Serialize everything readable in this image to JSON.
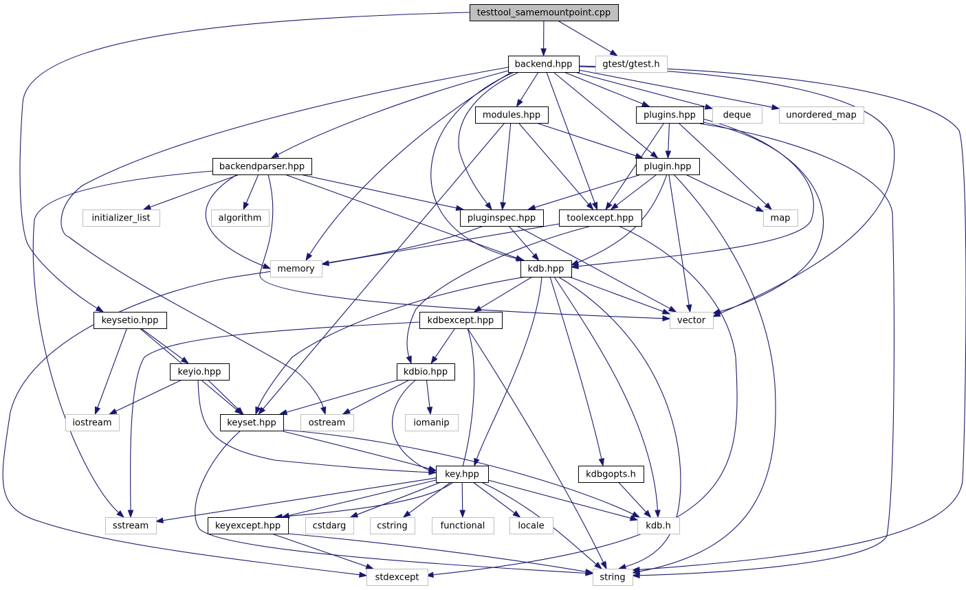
{
  "colors": {
    "edge": "#191970",
    "root_fill": "#bfbfbf",
    "documented_border": "#000000",
    "external_border": "#bfbfbf",
    "node_fill": "#ffffff"
  },
  "nodes": [
    {
      "id": "root",
      "label": "testtool_samemountpoint.cpp",
      "kind": "root"
    },
    {
      "id": "backend",
      "label": "backend.hpp",
      "kind": "documented"
    },
    {
      "id": "gtest",
      "label": "gtest/gtest.h",
      "kind": "external"
    },
    {
      "id": "modules",
      "label": "modules.hpp",
      "kind": "documented"
    },
    {
      "id": "plugins",
      "label": "plugins.hpp",
      "kind": "documented"
    },
    {
      "id": "deque",
      "label": "deque",
      "kind": "external"
    },
    {
      "id": "unordered_map",
      "label": "unordered_map",
      "kind": "external"
    },
    {
      "id": "backendparser",
      "label": "backendparser.hpp",
      "kind": "documented"
    },
    {
      "id": "plugin",
      "label": "plugin.hpp",
      "kind": "documented"
    },
    {
      "id": "initializer_list",
      "label": "initializer_list",
      "kind": "external"
    },
    {
      "id": "algorithm",
      "label": "algorithm",
      "kind": "external"
    },
    {
      "id": "pluginspec",
      "label": "pluginspec.hpp",
      "kind": "documented"
    },
    {
      "id": "toolexcept",
      "label": "toolexcept.hpp",
      "kind": "documented"
    },
    {
      "id": "map",
      "label": "map",
      "kind": "external"
    },
    {
      "id": "memory",
      "label": "memory",
      "kind": "external"
    },
    {
      "id": "kdb",
      "label": "kdb.hpp",
      "kind": "documented"
    },
    {
      "id": "vector",
      "label": "vector",
      "kind": "external"
    },
    {
      "id": "keysetio",
      "label": "keysetio.hpp",
      "kind": "documented"
    },
    {
      "id": "kdbexcept",
      "label": "kdbexcept.hpp",
      "kind": "documented"
    },
    {
      "id": "keyio",
      "label": "keyio.hpp",
      "kind": "documented"
    },
    {
      "id": "kdbio",
      "label": "kdbio.hpp",
      "kind": "documented"
    },
    {
      "id": "iostream",
      "label": "iostream",
      "kind": "external"
    },
    {
      "id": "keyset",
      "label": "keyset.hpp",
      "kind": "documented"
    },
    {
      "id": "ostream",
      "label": "ostream",
      "kind": "external"
    },
    {
      "id": "iomanip",
      "label": "iomanip",
      "kind": "external"
    },
    {
      "id": "key",
      "label": "key.hpp",
      "kind": "documented"
    },
    {
      "id": "kdbgopts",
      "label": "kdbgopts.h",
      "kind": "documented"
    },
    {
      "id": "sstream",
      "label": "sstream",
      "kind": "external"
    },
    {
      "id": "keyexcept",
      "label": "keyexcept.hpp",
      "kind": "documented"
    },
    {
      "id": "cstdarg",
      "label": "cstdarg",
      "kind": "external"
    },
    {
      "id": "cstring",
      "label": "cstring",
      "kind": "external"
    },
    {
      "id": "functional",
      "label": "functional",
      "kind": "external"
    },
    {
      "id": "locale",
      "label": "locale",
      "kind": "external"
    },
    {
      "id": "kdbh",
      "label": "kdb.h",
      "kind": "external"
    },
    {
      "id": "stdexcept",
      "label": "stdexcept",
      "kind": "external"
    },
    {
      "id": "string",
      "label": "string",
      "kind": "external"
    }
  ],
  "edges": [
    [
      "root",
      "backend"
    ],
    [
      "root",
      "gtest"
    ],
    [
      "root",
      "keysetio"
    ],
    [
      "backend",
      "backendparser"
    ],
    [
      "backend",
      "modules"
    ],
    [
      "backend",
      "plugins"
    ],
    [
      "backend",
      "plugin"
    ],
    [
      "backend",
      "pluginspec"
    ],
    [
      "backend",
      "toolexcept"
    ],
    [
      "backend",
      "kdb"
    ],
    [
      "backend",
      "memory"
    ],
    [
      "backend",
      "ostream"
    ],
    [
      "backend",
      "deque"
    ],
    [
      "backend",
      "unordered_map"
    ],
    [
      "backend",
      "vector"
    ],
    [
      "backend",
      "string"
    ],
    [
      "modules",
      "plugin"
    ],
    [
      "modules",
      "pluginspec"
    ],
    [
      "modules",
      "toolexcept"
    ],
    [
      "modules",
      "keyset"
    ],
    [
      "plugins",
      "plugin"
    ],
    [
      "plugins",
      "toolexcept"
    ],
    [
      "plugins",
      "map"
    ],
    [
      "plugins",
      "kdb"
    ],
    [
      "plugins",
      "vector"
    ],
    [
      "plugins",
      "string"
    ],
    [
      "backendparser",
      "initializer_list"
    ],
    [
      "backendparser",
      "algorithm"
    ],
    [
      "backendparser",
      "memory"
    ],
    [
      "backendparser",
      "pluginspec"
    ],
    [
      "backendparser",
      "kdb"
    ],
    [
      "backendparser",
      "vector"
    ],
    [
      "backendparser",
      "sstream"
    ],
    [
      "plugin",
      "pluginspec"
    ],
    [
      "plugin",
      "toolexcept"
    ],
    [
      "plugin",
      "map"
    ],
    [
      "plugin",
      "kdb"
    ],
    [
      "plugin",
      "vector"
    ],
    [
      "plugin",
      "string"
    ],
    [
      "pluginspec",
      "kdb"
    ],
    [
      "pluginspec",
      "vector"
    ],
    [
      "pluginspec",
      "stdexcept"
    ],
    [
      "toolexcept",
      "memory"
    ],
    [
      "toolexcept",
      "kdbio"
    ],
    [
      "toolexcept",
      "stdexcept"
    ],
    [
      "kdb",
      "kdbexcept"
    ],
    [
      "kdb",
      "keyset"
    ],
    [
      "kdb",
      "key"
    ],
    [
      "kdb",
      "kdbgopts"
    ],
    [
      "kdb",
      "kdbh"
    ],
    [
      "kdb",
      "vector"
    ],
    [
      "kdb",
      "string"
    ],
    [
      "keysetio",
      "keyio"
    ],
    [
      "keysetio",
      "keyset"
    ],
    [
      "keysetio",
      "iostream"
    ],
    [
      "kdbexcept",
      "kdbio"
    ],
    [
      "kdbexcept",
      "sstream"
    ],
    [
      "kdbexcept",
      "keyexcept"
    ],
    [
      "kdbexcept",
      "string"
    ],
    [
      "keyio",
      "keyset"
    ],
    [
      "keyio",
      "iostream"
    ],
    [
      "keyio",
      "key"
    ],
    [
      "kdbio",
      "keyset"
    ],
    [
      "kdbio",
      "ostream"
    ],
    [
      "kdbio",
      "iomanip"
    ],
    [
      "kdbio",
      "key"
    ],
    [
      "keyset",
      "key"
    ],
    [
      "keyset",
      "kdbh"
    ],
    [
      "keyset",
      "string"
    ],
    [
      "key",
      "sstream"
    ],
    [
      "key",
      "keyexcept"
    ],
    [
      "key",
      "cstdarg"
    ],
    [
      "key",
      "cstring"
    ],
    [
      "key",
      "functional"
    ],
    [
      "key",
      "locale"
    ],
    [
      "key",
      "kdbh"
    ],
    [
      "key",
      "string"
    ],
    [
      "kdbgopts",
      "kdbh"
    ],
    [
      "keyexcept",
      "stdexcept"
    ],
    [
      "keyexcept",
      "string"
    ]
  ]
}
